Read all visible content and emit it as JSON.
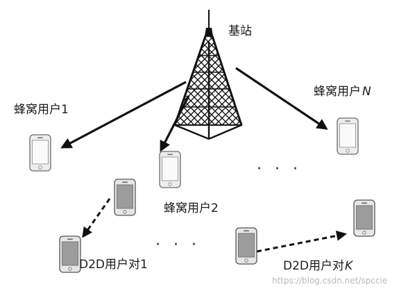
{
  "labels": {
    "base_station": "基站",
    "cellular_user_1": "蜂窝用户1",
    "cellular_user_2": "蜂窝用户2",
    "cellular_user_n_prefix": "蜂窝用户",
    "cellular_user_n_suffix": "N",
    "d2d_pair_1": "D2D用户对1",
    "d2d_pair_k_prefix": "D2D用户对",
    "d2d_pair_k_suffix": "K",
    "ellipsis_cellular": "· · ·",
    "ellipsis_d2d": "· · ·"
  },
  "watermark": "https://blog.csdn.net/spccie",
  "colors": {
    "line": "#111111",
    "phone_body": "#e9e9e9",
    "phone_screen_d2d": "#9a9a9a",
    "phone_screen_cell": "#f4f4f4"
  }
}
